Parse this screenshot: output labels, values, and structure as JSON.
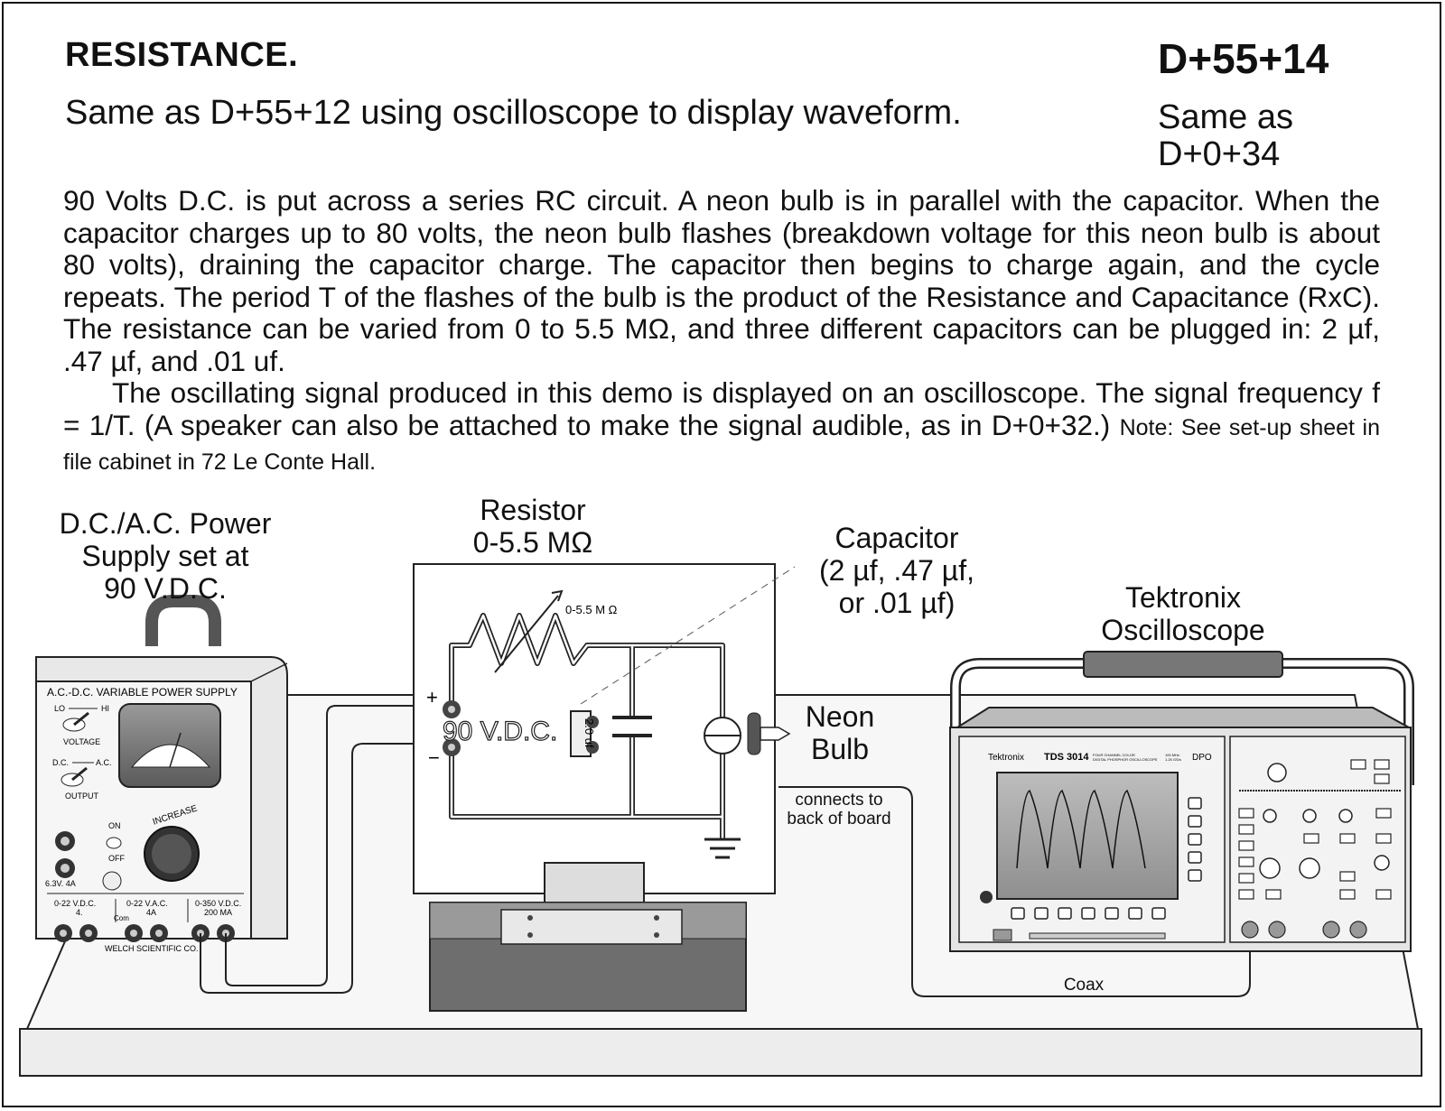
{
  "header": {
    "title": "RESISTANCE.",
    "code": "D+55+14",
    "subtitle": "Same as D+55+12 using oscilloscope to display waveform.",
    "same_as_line1": "Same as",
    "same_as_line2": "D+0+34"
  },
  "description": {
    "paragraph1": "90 Volts D.C. is put across a series RC circuit. A neon bulb is in parallel with the capacitor. When the capacitor charges up to 80 volts, the neon bulb flashes (breakdown voltage for this neon bulb is about 80 volts), draining the capacitor charge. The capacitor then begins to charge again, and the cycle repeats.  The period T of the flashes of the bulb is the product of the Resistance and Capacitance (RxC).  The resistance can be varied from 0 to 5.5 MΩ, and three different capacitors can be plugged in: 2 µf, .47 µf, and .01 uf.",
    "paragraph2": "The oscillating signal produced in this demo is displayed on an oscilloscope. The signal frequency f = 1/T.  (A speaker can also be attached to make the signal audible, as in D+0+32.)",
    "note": "Note:  See set-up sheet in file cabinet in 72 Le Conte Hall."
  },
  "labels": {
    "power_supply": [
      "D.C./A.C. Power",
      "Supply set at",
      "90 V.D.C."
    ],
    "resistor": [
      "Resistor",
      "0-5.5 MΩ"
    ],
    "capacitor": [
      "Capacitor",
      "(2 µf, .47 µf,",
      "or .01 µf)"
    ],
    "oscilloscope": [
      "Tektronix",
      "Oscilloscope"
    ],
    "neon": [
      "Neon",
      "Bulb"
    ],
    "connects": [
      "connects to",
      "back of board"
    ],
    "coax": "Coax"
  },
  "power_supply_panel": {
    "name": "A.C.-D.C. VARIABLE POWER SUPPLY",
    "lo": "LO",
    "hi": "HI",
    "voltage": "VOLTAGE",
    "dc": "D.C.",
    "ac": "A.C.",
    "output": "OUTPUT",
    "on": "ON",
    "off": "OFF",
    "increase": "INCREASE",
    "aux": "6.3V.  4A",
    "range1": [
      "0-22 V.D.C.",
      "4."
    ],
    "range2": [
      "0-22 V.A.C.",
      "4A"
    ],
    "range3": [
      "0-350 V.D.C.",
      "200 MA"
    ],
    "com": "Com",
    "maker": "WELCH SCIENTIFIC CO."
  },
  "board": {
    "voltage": "90 V.D.C.",
    "resistor_range": "0-5.5 M Ω",
    "capacitor_value": "2.0 uf",
    "plus": "+",
    "minus": "−"
  },
  "scope": {
    "brand": "Tektronix",
    "model": "TDS 3014",
    "model_sub": [
      "FOUR CHANNEL COLOR",
      "DIGITAL PHOSPHOR OSCILLOSCOPE"
    ],
    "spec": [
      "100 MHz",
      "1.25 GS/s"
    ],
    "type": "DPO"
  }
}
